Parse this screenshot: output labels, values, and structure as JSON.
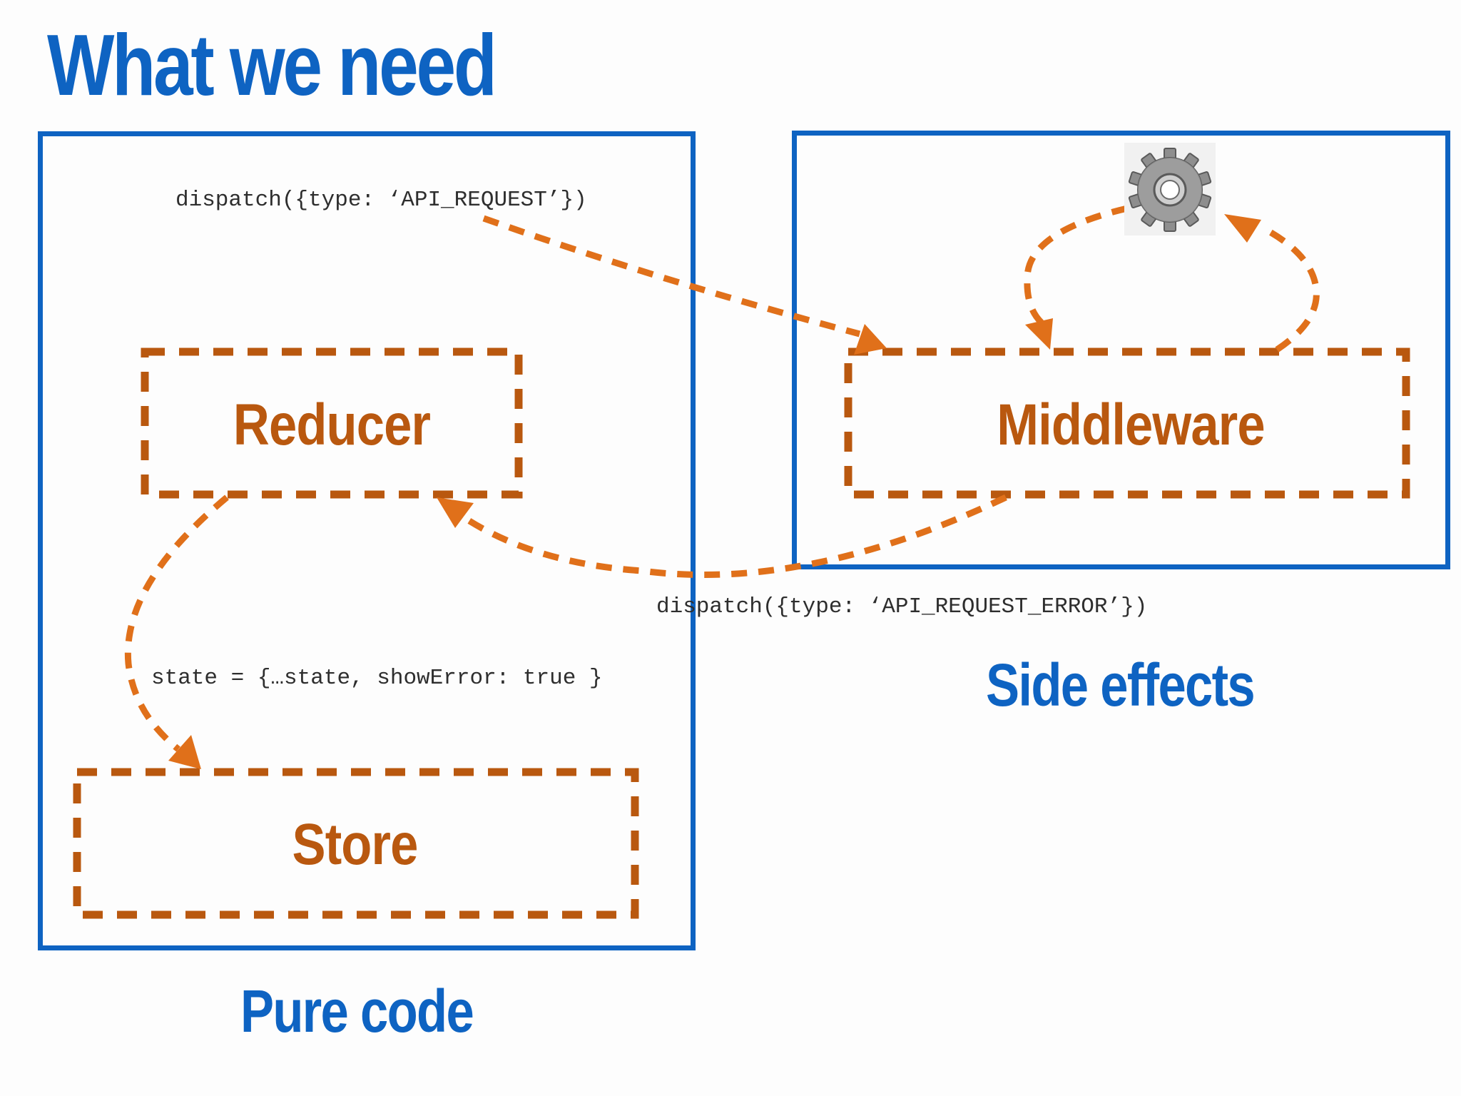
{
  "title": "What we need",
  "groups": {
    "pure": {
      "label": "Pure code"
    },
    "side": {
      "label": "Side effects"
    }
  },
  "nodes": {
    "reducer": "Reducer",
    "middleware": "Middleware",
    "store": "Store"
  },
  "edges": [
    {
      "from": "dispatch",
      "to": "middleware",
      "label": "dispatch({type: ‘API_REQUEST’})"
    },
    {
      "from": "middleware",
      "to": "reducer",
      "label": "dispatch({type: ‘API_REQUEST_ERROR’})"
    },
    {
      "from": "reducer",
      "to": "store",
      "label": "state = {…state, showError: true }"
    },
    {
      "from": "middleware",
      "to": "gear-icon",
      "label": ""
    },
    {
      "from": "gear-icon",
      "to": "middleware",
      "label": ""
    }
  ],
  "icons": {
    "side_effect": "gear-icon"
  },
  "colors": {
    "group": "#0e63c2",
    "node": "#b9580f",
    "arrow": "#e0701a",
    "code": "#2e2e2e"
  }
}
